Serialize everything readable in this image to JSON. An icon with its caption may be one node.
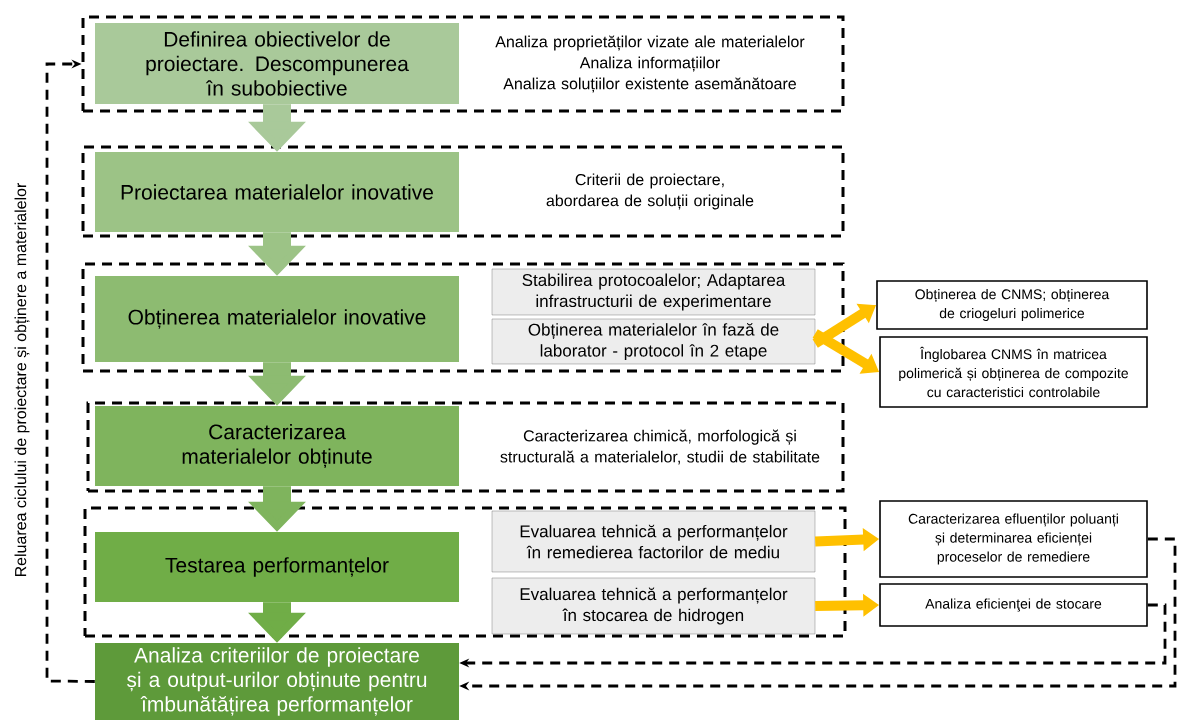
{
  "diagram": {
    "nodes": [
      {
        "text": [
          "Analiza proprietăților vizate ale materialelor",
          "Analiza informațiilor",
          "Analiza soluțiilor existente asemănătoare"
        ]
      },
      {
        "text": [
          "Definirea obiectivelor de proiectare. Descompunerea în subobiective"
        ],
        "in": 0
      },
      {
        "text": [
          "Criterii de proiectare, abordarea de soluții originale"
        ]
      },
      {
        "text": [
          "Proiectarea materialelor inovative"
        ],
        "in": 2
      },
      {
        "text": [],
        "shape": "box"
      },
      {
        "text": [
          "Obținerea materialelor inovative"
        ],
        "in": 4
      },
      {
        "text": [
          "Stabilirea protocoalelor; Adaptarea infrastructurii de experimentare"
        ],
        "in": 4
      },
      {
        "text": [
          "Obținerea materialelor în fază de laborator - protocol în 2 etape"
        ],
        "in": 4
      },
      {
        "text": [
          "Obținerea de CNMS; obținerea de criogeluri polimerice"
        ]
      },
      {
        "text": [
          "Înglobarea CNMS în matricea polimerică și obținerea de compozite cu caracteristici controlabile"
        ]
      },
      {
        "text": [
          "Caracterizarea chimică, morfologică și structurală a materialelor, studii de stabilitate"
        ]
      },
      {
        "text": [
          "Caracterizarea materialelor obținute"
        ],
        "in": 10
      },
      {
        "text": [],
        "shape": "box"
      },
      {
        "text": [
          "Testarea performanțelor"
        ],
        "in": 12
      },
      {
        "text": [
          "Evaluarea tehnică a performanțelor în remedierea factorilor de mediu"
        ],
        "in": 12
      },
      {
        "text": [
          "Evaluarea tehnică a performanțelor în stocarea de hidrogen"
        ],
        "in": 12
      },
      {
        "text": [
          "Caracterizarea efluenților poluanți și determinarea eficienței proceselor de remediere"
        ]
      },
      {
        "text": [
          "Analiza eficienţei de stocare"
        ]
      },
      {
        "text": [
          "Analiza criteriilor de proiectare și a output-urilor obținute pentru îmbunătățirea performanțelor"
        ]
      }
    ],
    "edges": [
      {
        "from": 1,
        "to": 3,
        "arrow": "to",
        "style": "thick",
        "color": "#a9c99a"
      },
      {
        "from": 3,
        "to": 5,
        "arrow": "to",
        "style": "thick",
        "color": "#9cc386"
      },
      {
        "from": 5,
        "to": 11,
        "arrow": "to",
        "style": "thick",
        "color": "#8dbb71"
      },
      {
        "from": 11,
        "to": 13,
        "arrow": "to",
        "style": "thick",
        "color": "#7fb45d"
      },
      {
        "from": 13,
        "to": 18,
        "arrow": "to",
        "style": "thick",
        "color": "#70ad47"
      },
      {
        "from": 7,
        "to": 8,
        "arrow": "to",
        "color": "#ffc000"
      },
      {
        "from": 7,
        "to": 9,
        "arrow": "to",
        "color": "#ffc000"
      },
      {
        "from": 14,
        "to": 16,
        "arrow": "to",
        "color": "#ffc000"
      },
      {
        "from": 15,
        "to": 17,
        "arrow": "to",
        "color": "#ffc000"
      },
      {
        "from": 16,
        "to": 18,
        "arrow": "to",
        "style": "dashed",
        "color": "#000000"
      },
      {
        "from": 17,
        "to": 18,
        "arrow": "to",
        "style": "dashed",
        "color": "#000000"
      },
      {
        "from": 18,
        "to": 0,
        "arrow": "to",
        "style": "dashed",
        "color": "#000000",
        "label": "Reluarea ciclului de proiectare și obținere a materialelor"
      }
    ]
  }
}
